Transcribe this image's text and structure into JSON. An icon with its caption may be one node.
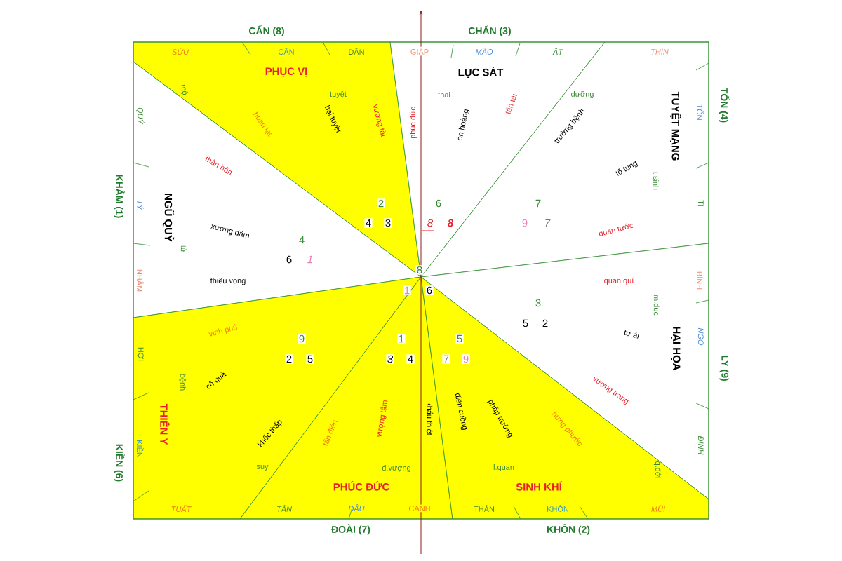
{
  "diagram": {
    "nodes": [
      {
        "text": [
          "PHỤC VỊ"
        ]
      },
      {
        "text": [
          "LỤC SÁT"
        ]
      },
      {
        "text": [
          "TUYỆT MẠNG"
        ]
      },
      {
        "text": [
          "NGŨ QUỶ"
        ]
      },
      {
        "text": [
          "HẠI HỌA"
        ]
      },
      {
        "text": [
          "THIÊN Y"
        ]
      },
      {
        "text": [
          "PHÚC ĐỨC"
        ]
      },
      {
        "text": [
          "SINH KHÍ"
        ]
      }
    ],
    "labels": [
      "CẤN (8)",
      "CHẤN (3)",
      "SỬU",
      "CẤN",
      "DẦN",
      "GIÁP",
      "MÃO",
      "ẤT",
      "THÌN",
      "TỐN (4)",
      "tuyệt",
      "thai",
      "dưỡng",
      "mộ",
      "QUÝ",
      "TỐN",
      "hoan lạc",
      "bại tuyệt",
      "vượng tài",
      "phúc đức",
      "ôn hoàng",
      "tấn tài",
      "trường bệnh",
      "thân hôn",
      "tổ tụng",
      "t.sinh",
      "KHẢM (1)",
      "TÝ",
      "TỊ",
      "2",
      "4",
      "3",
      "6",
      "8",
      "8",
      "7",
      "9",
      "7",
      "xương dâm",
      "quan tước",
      "4",
      "6",
      "1",
      "tử",
      "8",
      "NHÂM",
      "BÍNH",
      "thiếu vong",
      "quan quí",
      "1",
      "6",
      "3",
      "m.dục",
      "5",
      "2",
      "vinh phú",
      "tự ải",
      "9",
      "1",
      "5",
      "NGỌ",
      "LY (9)",
      "HỢI",
      "2",
      "5",
      "3",
      "4",
      "7",
      "9",
      "bệnh",
      "cô quả",
      "vượng trang",
      "khốc thấp",
      "tấn điền",
      "vượng tâm",
      "khẩu thiệt",
      "điên cuồng",
      "pháp trường",
      "hưng phước",
      "KIỀN (6)",
      "KIỀN",
      "ĐỊNH",
      "suy",
      "đ.vượng",
      "l.quan",
      "q.đới",
      "TUẤT",
      "TÂN",
      "DẬU",
      "CANH",
      "THÂN",
      "KHÔN",
      "MÙI",
      "ĐOÀI (7)",
      "KHÔN (2)"
    ]
  }
}
